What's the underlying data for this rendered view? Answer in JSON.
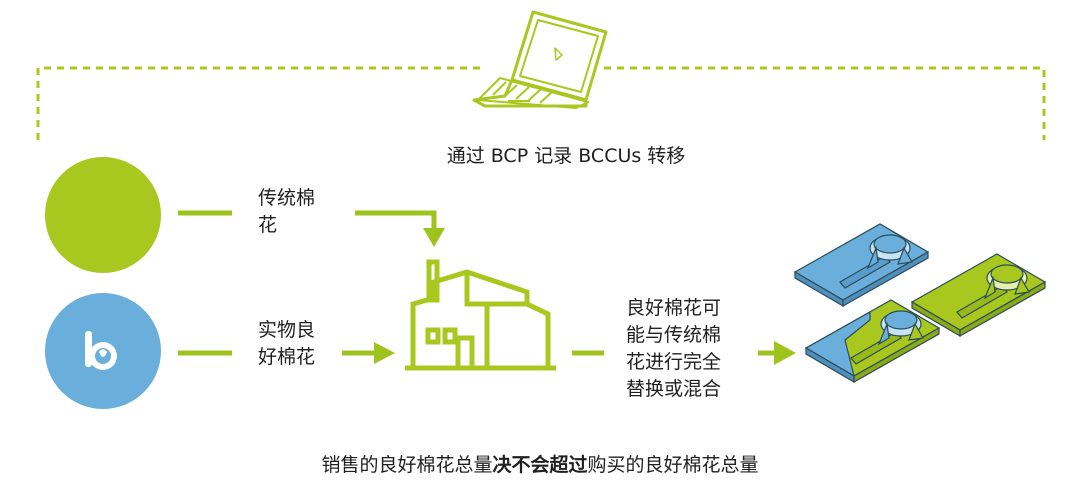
{
  "top_caption": "通过 BCP 记录 BCCUs 转移",
  "conventional_label_line1": "传统棉",
  "conventional_label_line2": "花",
  "physical_label_line1": "实物良",
  "physical_label_line2": "好棉花",
  "mixing_label_lines": [
    "良好棉花可",
    "能与传统棉",
    "花进行完全",
    "替换或混合"
  ],
  "footer_part1": "销售的良好棉花总量",
  "footer_bold": "决不会超过",
  "footer_part2": "购买的良好棉花总量",
  "colors": {
    "green": "#a8c820",
    "blue": "#6aaedc",
    "dash": "#a8c820",
    "line_green": "#9ec31c",
    "shirt_outline": "#2b4c57"
  },
  "icons": [
    "laptop-icon",
    "bci-logo-icon",
    "factory-icon",
    "shirt-icon"
  ]
}
